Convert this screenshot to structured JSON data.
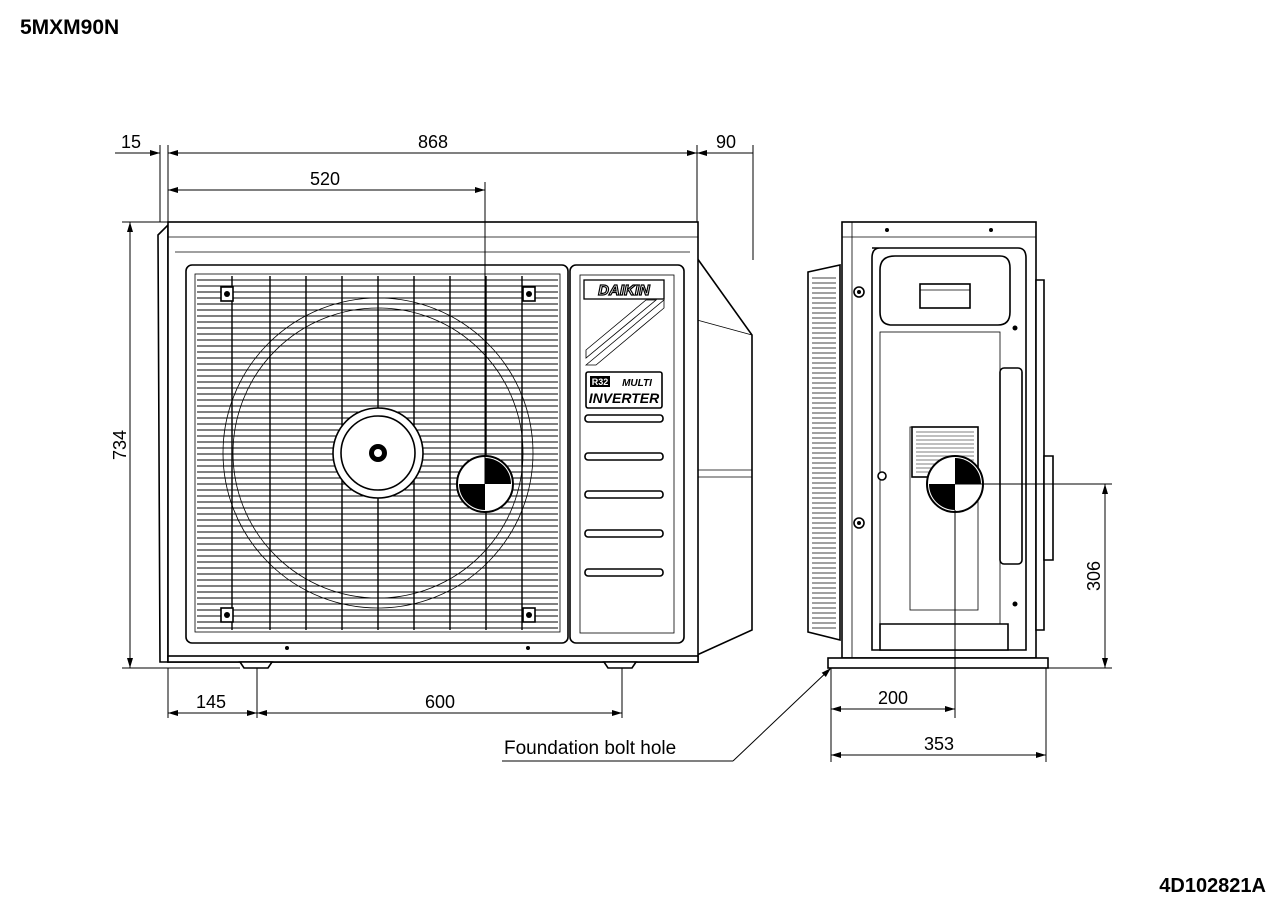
{
  "title": "5MXM90N",
  "document_number": "4D102821A",
  "dimensions": {
    "top_left": "15",
    "top_width": "868",
    "top_right": "90",
    "fan_center": "520",
    "height": "734",
    "bolt_left": "145",
    "bolt_spacing": "600",
    "side_bolt": "200",
    "side_depth": "353",
    "side_center_height": "306"
  },
  "callout": "Foundation bolt hole",
  "labels": {
    "brand": "DAIKIN",
    "refrigerant": "R32",
    "series": "MULTI",
    "product": "INVERTER"
  }
}
